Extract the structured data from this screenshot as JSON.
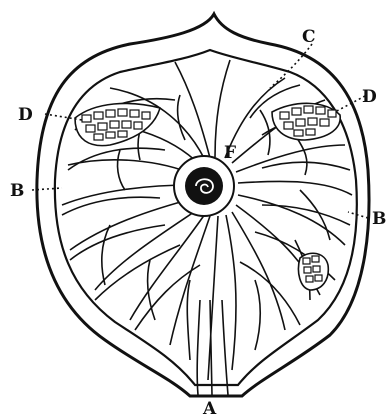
{
  "figure": {
    "labels": {
      "A": "A",
      "B_left": "B",
      "B_right": "B",
      "C": "C",
      "D_left": "D",
      "D_right": "D",
      "F": "F"
    },
    "colors": {
      "ink": "#111111",
      "paper": "#ffffff"
    }
  }
}
